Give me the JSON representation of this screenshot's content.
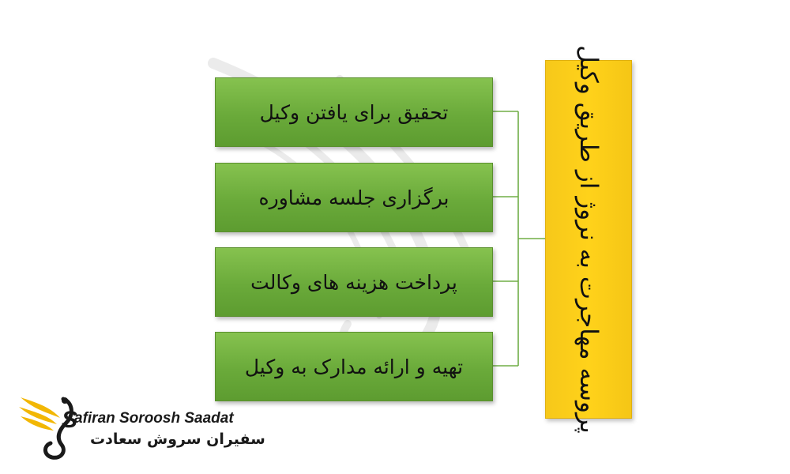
{
  "main": {
    "title": "پروسه مهاجرت به نروژ از طریق وکیل",
    "color": "#ffd21a"
  },
  "steps": [
    {
      "label": "تحقیق برای یافتن وکیل"
    },
    {
      "label": "برگزاری جلسه مشاوره"
    },
    {
      "label": "پرداخت هزینه های وکالت"
    },
    {
      "label": "تهیه و ارائه مدارک به وکیل"
    }
  ],
  "step_color": "#70ad47",
  "logo": {
    "initial": "S",
    "english": "afiran Soroosh Saadat",
    "persian": "سفیران سروش سعادت",
    "wing_color": "#f2b705"
  }
}
